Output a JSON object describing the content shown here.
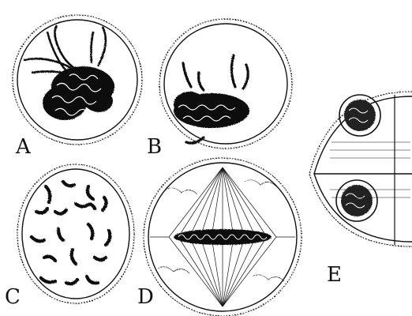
{
  "figure": {
    "panels": [
      {
        "id": "A",
        "label": "A"
      },
      {
        "id": "B",
        "label": "B"
      },
      {
        "id": "C",
        "label": "C"
      },
      {
        "id": "D",
        "label": "D"
      },
      {
        "id": "E",
        "label": "E"
      }
    ]
  },
  "colors": {
    "ink": "#111111",
    "background": "#ffffff"
  }
}
